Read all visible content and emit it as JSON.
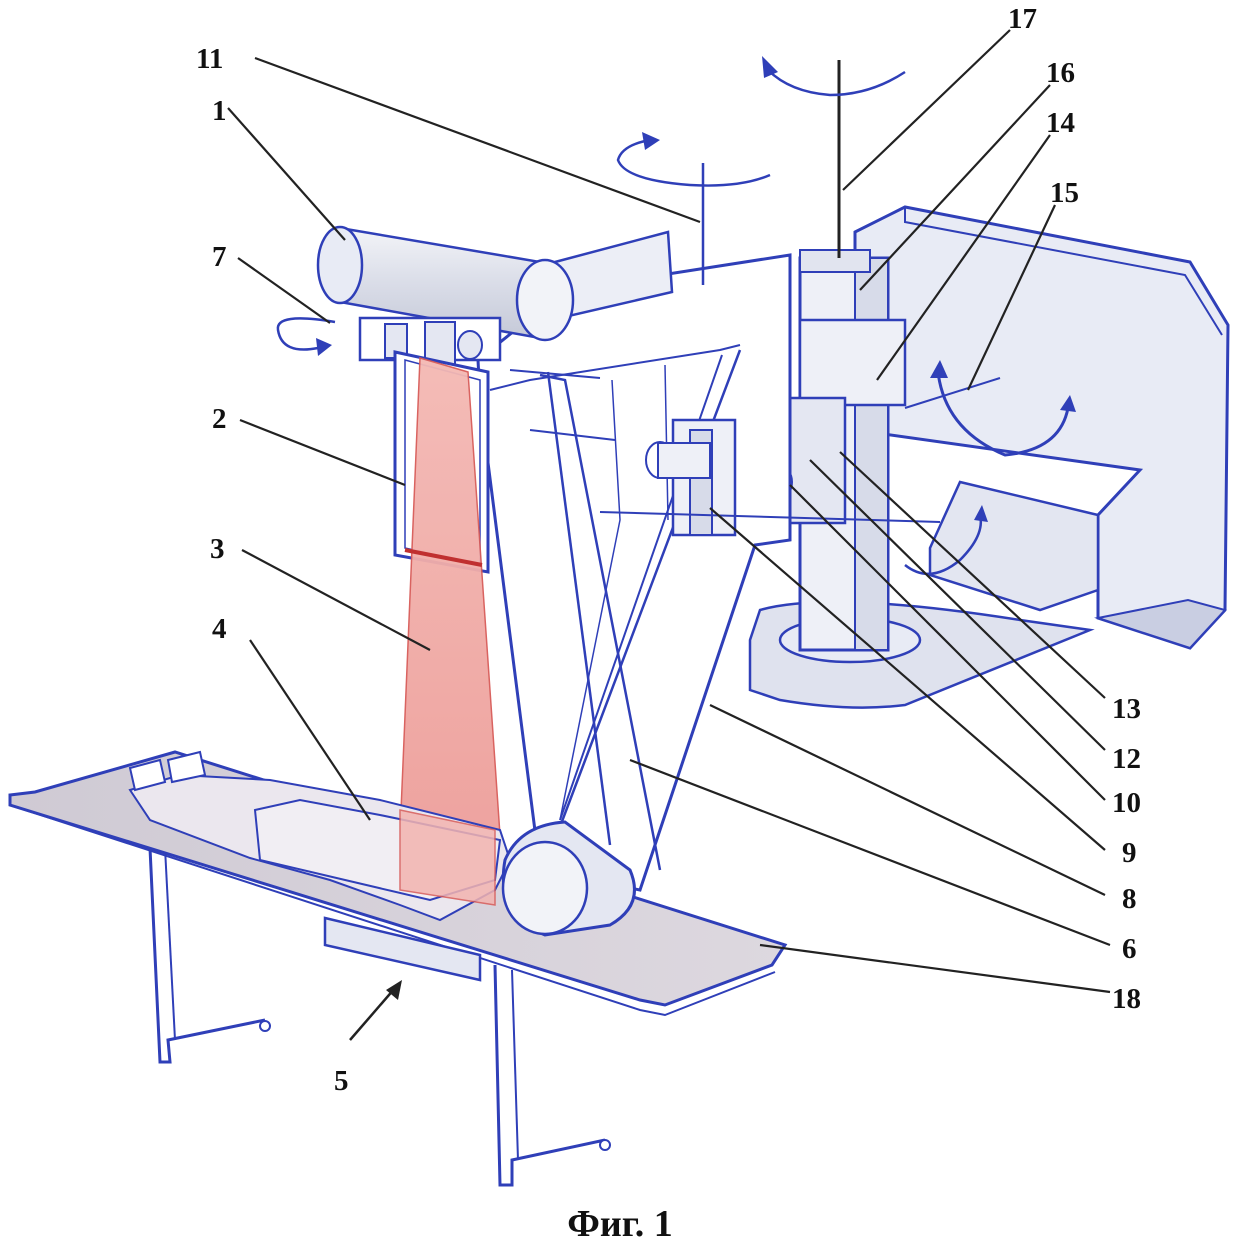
{
  "figure": {
    "caption": "Фиг. 1",
    "labels": [
      {
        "id": "11",
        "text": "11"
      },
      {
        "id": "1",
        "text": "1"
      },
      {
        "id": "7",
        "text": "7"
      },
      {
        "id": "2",
        "text": "2"
      },
      {
        "id": "3",
        "text": "3"
      },
      {
        "id": "4",
        "text": "4"
      },
      {
        "id": "5",
        "text": "5"
      },
      {
        "id": "17",
        "text": "17"
      },
      {
        "id": "16",
        "text": "16"
      },
      {
        "id": "14",
        "text": "14"
      },
      {
        "id": "15",
        "text": "15"
      },
      {
        "id": "13",
        "text": "13"
      },
      {
        "id": "12",
        "text": "12"
      },
      {
        "id": "10",
        "text": "10"
      },
      {
        "id": "9",
        "text": "9"
      },
      {
        "id": "8",
        "text": "8"
      },
      {
        "id": "6",
        "text": "6"
      },
      {
        "id": "18",
        "text": "18"
      }
    ],
    "colors": {
      "outline": "#2f3fb8",
      "panel_fill": "#e8ebf5",
      "beam_fill": "#f2a8a4",
      "table_fill": "#d9d4dc",
      "arrow": "#2f3fb8",
      "label_text": "#111111",
      "marker_red": "#d33a3a"
    }
  }
}
